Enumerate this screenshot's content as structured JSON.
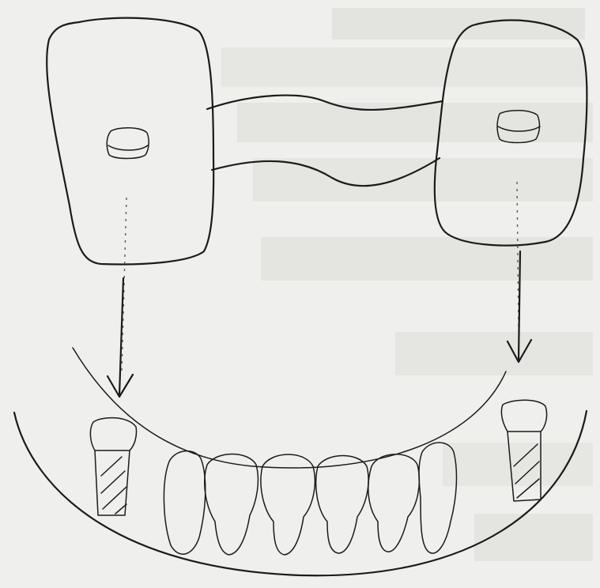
{
  "figure": {
    "subject": "denture-bridge-placement-sketch",
    "components": [
      "left-denture-base",
      "right-denture-base",
      "connecting-bar",
      "left-abutment",
      "right-abutment",
      "anterior-teeth",
      "mandibular-arch"
    ],
    "ink_color": "#1b1b1b",
    "paper_color": "#efefed",
    "tooth_count": 6
  }
}
